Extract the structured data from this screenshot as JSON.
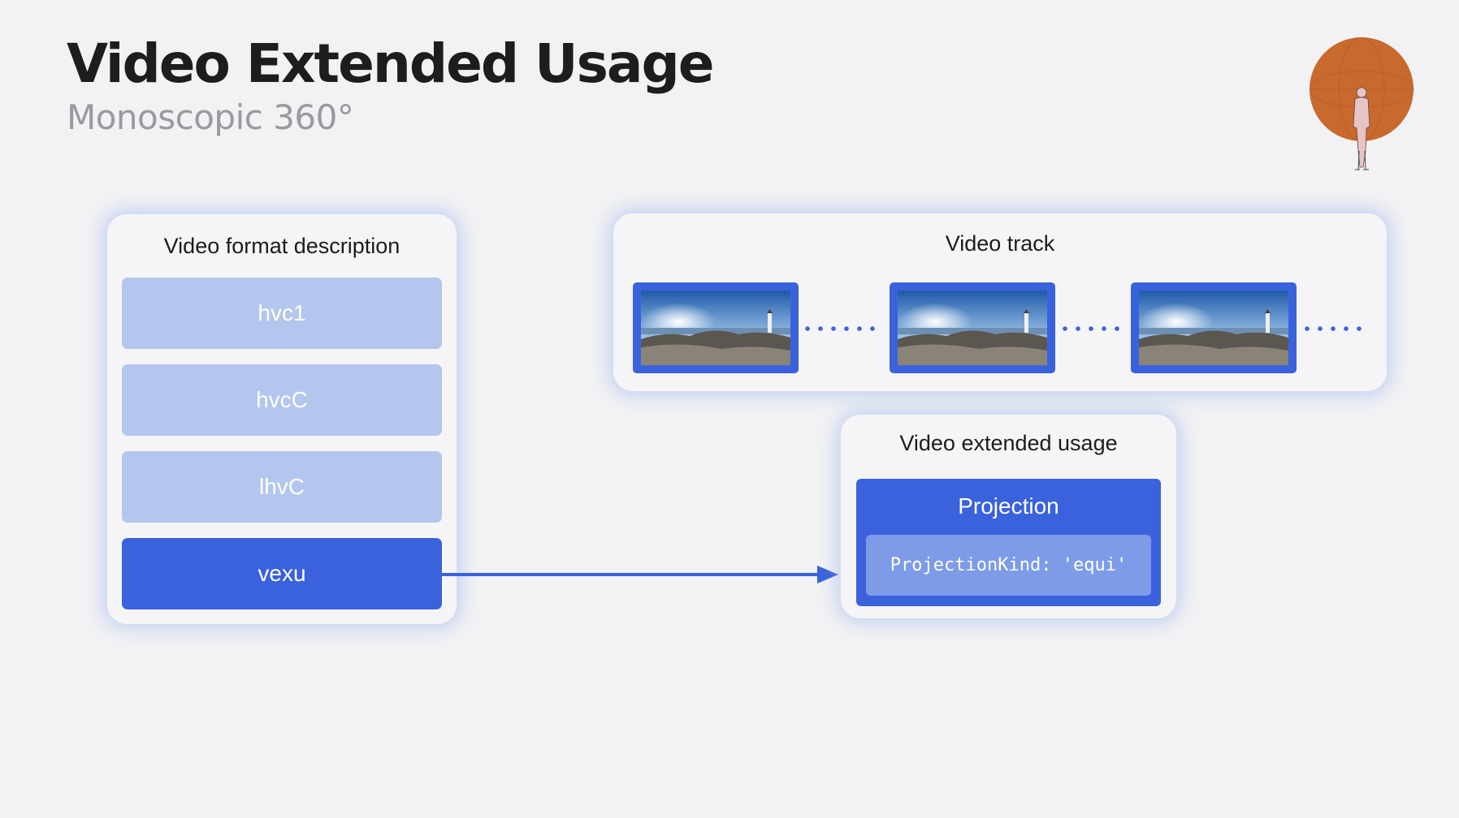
{
  "header": {
    "title": "Video Extended Usage",
    "subtitle": "Monoscopic 360°"
  },
  "format_description": {
    "title": "Video format description",
    "boxes": [
      "hvc1",
      "hvcC",
      "lhvC",
      "vexu"
    ],
    "highlighted": "vexu"
  },
  "video_track": {
    "title": "Video track",
    "frame_count": 3
  },
  "extended_usage": {
    "title": "Video extended usage",
    "projection_label": "Projection",
    "projection_kind": "ProjectionKind: 'equi'"
  },
  "colors": {
    "accent": "#3a62dc",
    "light_box": "#b3c6ed",
    "projection_kind_bg": "#7e9be8",
    "globe": "#c8692e",
    "background": "#f2f2f4"
  },
  "icons": [
    "globe-person-icon"
  ]
}
